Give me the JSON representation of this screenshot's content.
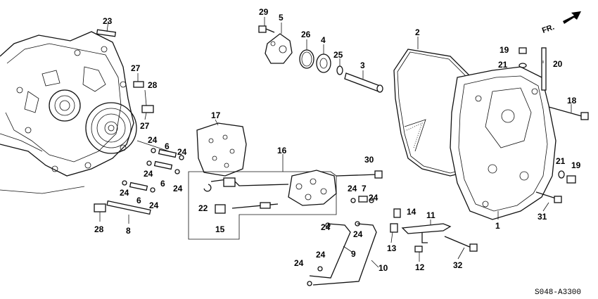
{
  "diagram": {
    "direction_label": "FR.",
    "code": "S048-A3300",
    "callouts": [
      {
        "id": "c1",
        "text": "1"
      },
      {
        "id": "c2",
        "text": "2"
      },
      {
        "id": "c3",
        "text": "3"
      },
      {
        "id": "c4",
        "text": "4"
      },
      {
        "id": "c5",
        "text": "5"
      },
      {
        "id": "c6a",
        "text": "6"
      },
      {
        "id": "c6b",
        "text": "6"
      },
      {
        "id": "c6c",
        "text": "6"
      },
      {
        "id": "c7",
        "text": "7"
      },
      {
        "id": "c8",
        "text": "8"
      },
      {
        "id": "c9",
        "text": "9"
      },
      {
        "id": "c10",
        "text": "10"
      },
      {
        "id": "c11",
        "text": "11"
      },
      {
        "id": "c12",
        "text": "12"
      },
      {
        "id": "c13",
        "text": "13"
      },
      {
        "id": "c14",
        "text": "14"
      },
      {
        "id": "c15",
        "text": "15"
      },
      {
        "id": "c16",
        "text": "16"
      },
      {
        "id": "c17",
        "text": "17"
      },
      {
        "id": "c18",
        "text": "18"
      },
      {
        "id": "c19a",
        "text": "19"
      },
      {
        "id": "c19b",
        "text": "19"
      },
      {
        "id": "c20",
        "text": "20"
      },
      {
        "id": "c21a",
        "text": "21"
      },
      {
        "id": "c21b",
        "text": "21"
      },
      {
        "id": "c22",
        "text": "22"
      },
      {
        "id": "c23",
        "text": "23"
      },
      {
        "id": "c24a",
        "text": "24"
      },
      {
        "id": "c24b",
        "text": "24"
      },
      {
        "id": "c24c",
        "text": "24"
      },
      {
        "id": "c24d",
        "text": "24"
      },
      {
        "id": "c24e",
        "text": "24"
      },
      {
        "id": "c24f",
        "text": "24"
      },
      {
        "id": "c24g",
        "text": "24"
      },
      {
        "id": "c24h",
        "text": "24"
      },
      {
        "id": "c24i",
        "text": "24"
      },
      {
        "id": "c24j",
        "text": "24"
      },
      {
        "id": "c24k",
        "text": "24"
      },
      {
        "id": "c25",
        "text": "25"
      },
      {
        "id": "c26",
        "text": "26"
      },
      {
        "id": "c27a",
        "text": "27"
      },
      {
        "id": "c27b",
        "text": "27"
      },
      {
        "id": "c28a",
        "text": "28"
      },
      {
        "id": "c28b",
        "text": "28"
      },
      {
        "id": "c29",
        "text": "29"
      },
      {
        "id": "c30",
        "text": "30"
      },
      {
        "id": "c31",
        "text": "31"
      },
      {
        "id": "c32",
        "text": "32"
      }
    ]
  }
}
